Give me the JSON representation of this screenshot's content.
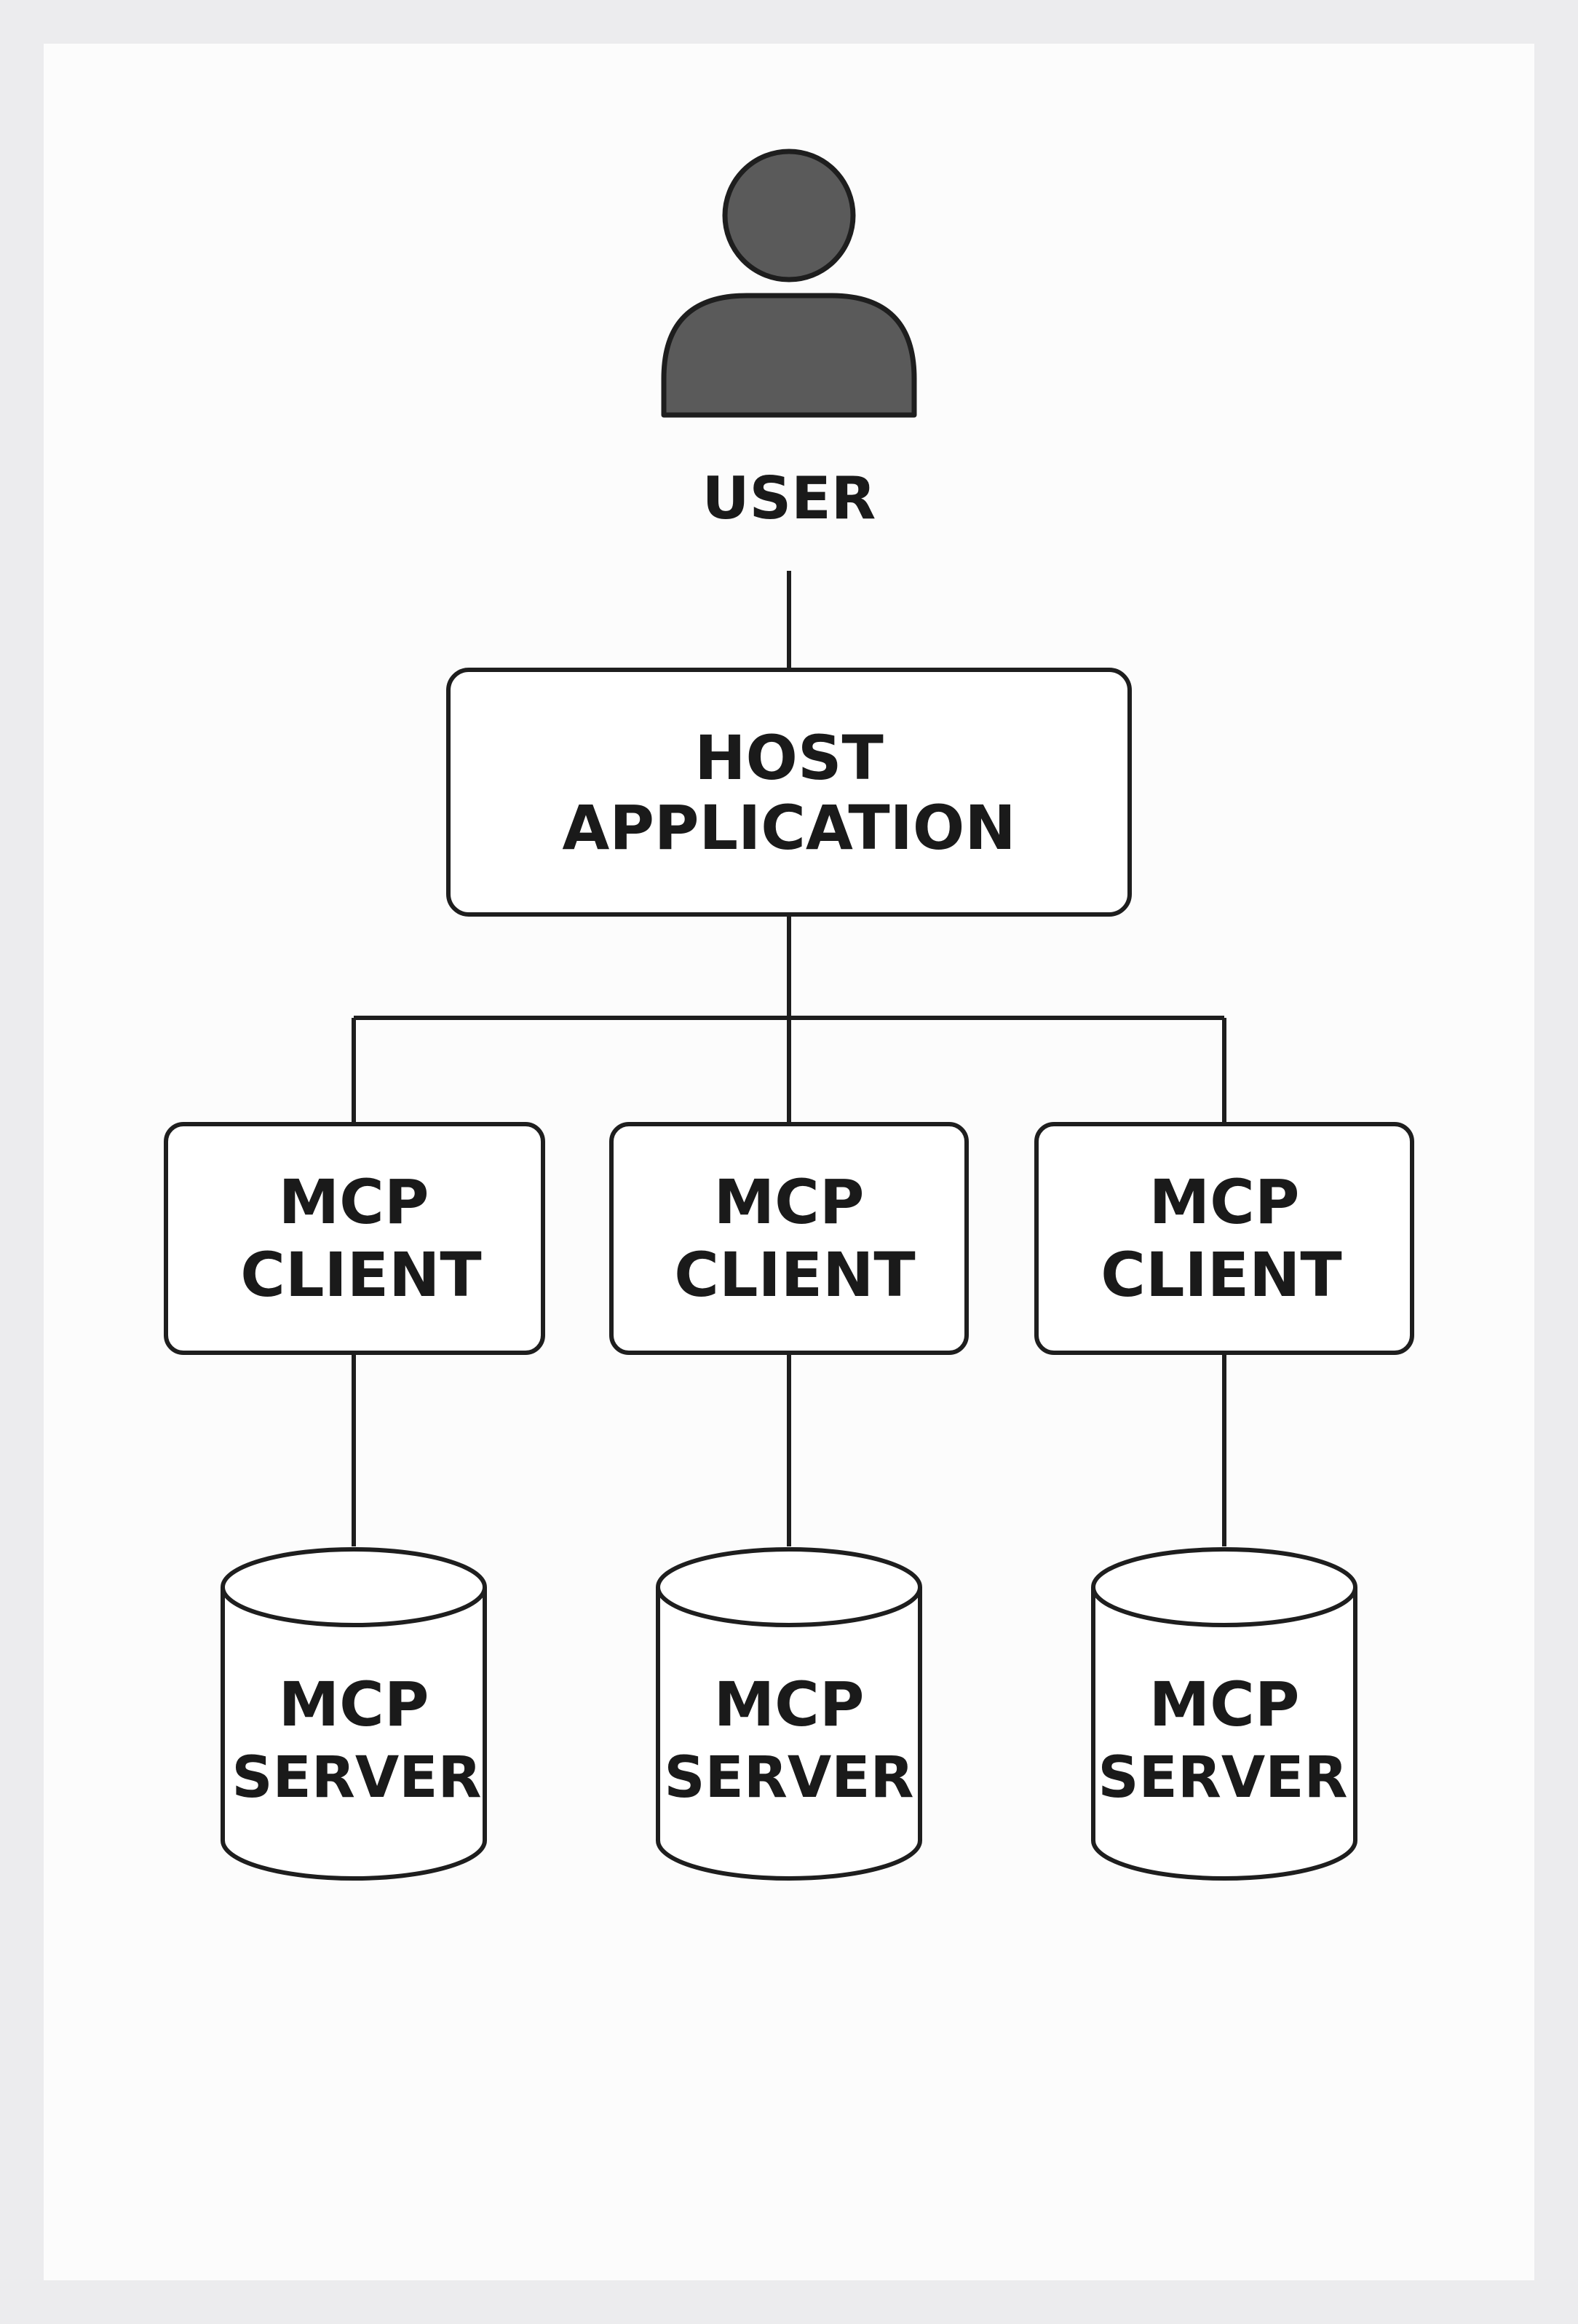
{
  "colors": {
    "frame": "#ececee",
    "canvas": "#fcfcfc",
    "stroke": "#1e1e1e",
    "user_icon_fill": "#5a5a5a"
  },
  "user": {
    "icon": "user-icon",
    "label": "USER"
  },
  "host": {
    "line1": "HOST",
    "line2": "APPLICATION"
  },
  "clients": [
    {
      "line1": "MCP",
      "line2": "CLIENT"
    },
    {
      "line1": "MCP",
      "line2": "CLIENT"
    },
    {
      "line1": "MCP",
      "line2": "CLIENT"
    }
  ],
  "servers": [
    {
      "line1": "MCP",
      "line2": "SERVER",
      "icon": "database-icon"
    },
    {
      "line1": "MCP",
      "line2": "SERVER",
      "icon": "database-icon"
    },
    {
      "line1": "MCP",
      "line2": "SERVER",
      "icon": "database-icon"
    }
  ]
}
